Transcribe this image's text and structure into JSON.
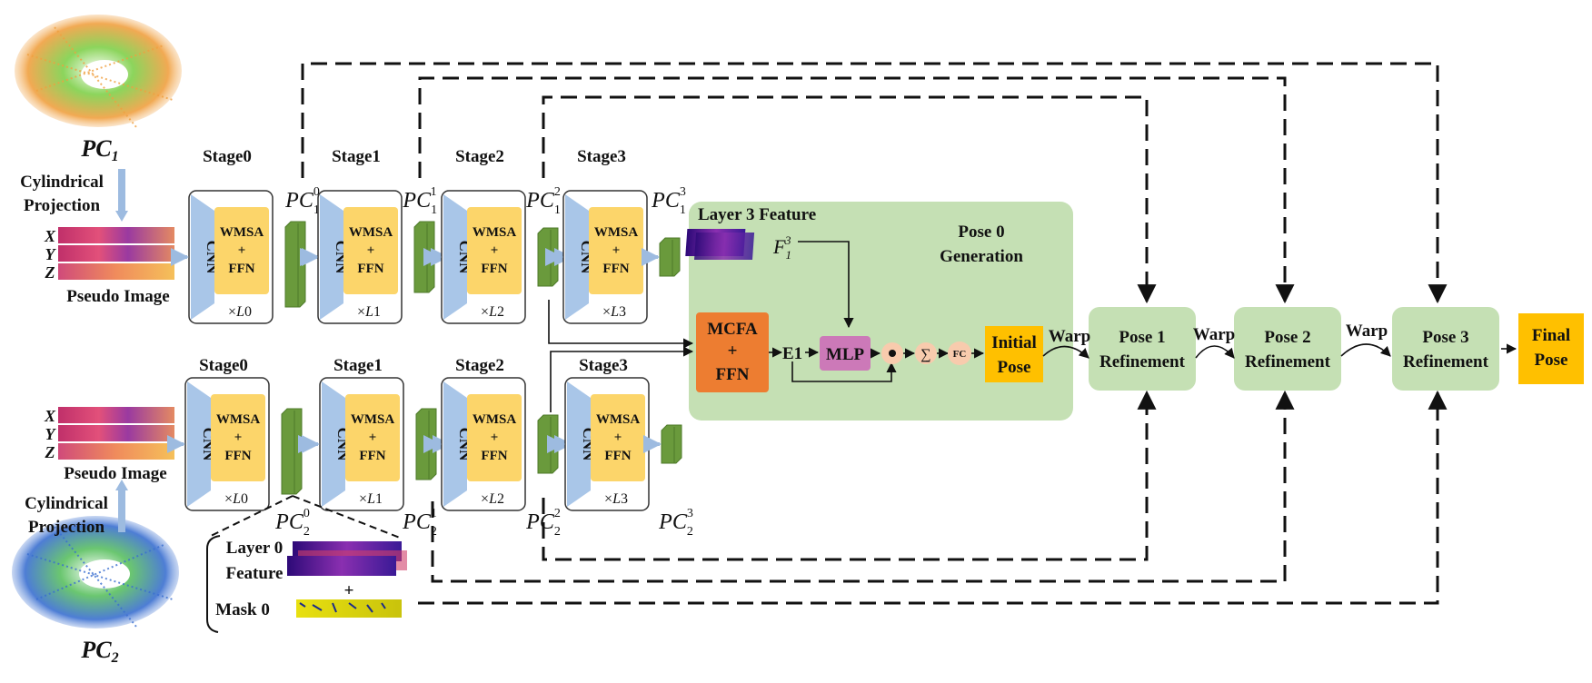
{
  "inputs": {
    "pc1_label": "PC",
    "pc1_sub": "1",
    "pc2_label": "PC",
    "pc2_sub": "2",
    "projection_line1": "Cylindrical",
    "projection_line2": "Projection",
    "pseudo_image_label": "Pseudo Image",
    "channel_x": "X",
    "channel_y": "Y",
    "channel_z": "Z"
  },
  "stages": [
    {
      "title": "Stage0",
      "cnn": "CNN",
      "block_line1": "WMSA",
      "block_line2": "+",
      "block_line3": "FFN",
      "repeat": "×",
      "repeat_var": "L",
      "repeat_idx": "0"
    },
    {
      "title": "Stage1",
      "cnn": "CNN",
      "block_line1": "WMSA",
      "block_line2": "+",
      "block_line3": "FFN",
      "repeat": "×",
      "repeat_var": "L",
      "repeat_idx": "1"
    },
    {
      "title": "Stage2",
      "cnn": "CNN",
      "block_line1": "WMSA",
      "block_line2": "+",
      "block_line3": "FFN",
      "repeat": "×",
      "repeat_var": "L",
      "repeat_idx": "2"
    },
    {
      "title": "Stage3",
      "cnn": "CNN",
      "block_line1": "WMSA",
      "block_line2": "+",
      "block_line3": "FFN",
      "repeat": "×",
      "repeat_var": "L",
      "repeat_idx": "3"
    }
  ],
  "features_top": [
    {
      "base": "PC",
      "sub": "1",
      "sup": "0"
    },
    {
      "base": "PC",
      "sub": "1",
      "sup": "1"
    },
    {
      "base": "PC",
      "sub": "1",
      "sup": "2"
    },
    {
      "base": "PC",
      "sub": "1",
      "sup": "3"
    }
  ],
  "features_bottom": [
    {
      "base": "PC",
      "sub": "2",
      "sup": "0"
    },
    {
      "base": "PC",
      "sub": "2",
      "sup": "1"
    },
    {
      "base": "PC",
      "sub": "2",
      "sup": "2"
    },
    {
      "base": "PC",
      "sub": "2",
      "sup": "3"
    }
  ],
  "pose0": {
    "layer3_feature": "Layer 3 Feature",
    "f_base": "F",
    "f_sub": "1",
    "f_sup": "3",
    "title_line1": "Pose 0",
    "title_line2": "Generation",
    "mcfa_line1": "MCFA",
    "mcfa_line2": "+",
    "mcfa_line3": "FFN",
    "e1": "E1",
    "mlp": "MLP",
    "dot": "•",
    "sum": "∑",
    "fc": "FC",
    "initial_line1": "Initial",
    "initial_line2": "Pose"
  },
  "refinements": [
    {
      "line1": "Pose 1",
      "line2": "Refinement"
    },
    {
      "line1": "Pose 2",
      "line2": "Refinement"
    },
    {
      "line1": "Pose 3",
      "line2": "Refinement"
    }
  ],
  "warp_label": "Warp",
  "final_line1": "Final",
  "final_line2": "Pose",
  "callout": {
    "layer0_line1": "Layer 0",
    "layer0_line2": "Feature",
    "plus": "+",
    "mask0": "Mask 0"
  },
  "colors": {
    "cnn_blue": "#a9c6e8",
    "wmsa_yellow": "#fcd56a",
    "feature_green": "#6a9a3c",
    "pose_bg": "#c5e0b4",
    "mcfa_orange": "#ed7d31",
    "mlp_pink": "#cc79b8",
    "op_circle": "#f8cbad",
    "pose_orange": "#ffc000",
    "arrow_blue": "#9dbbe0"
  }
}
